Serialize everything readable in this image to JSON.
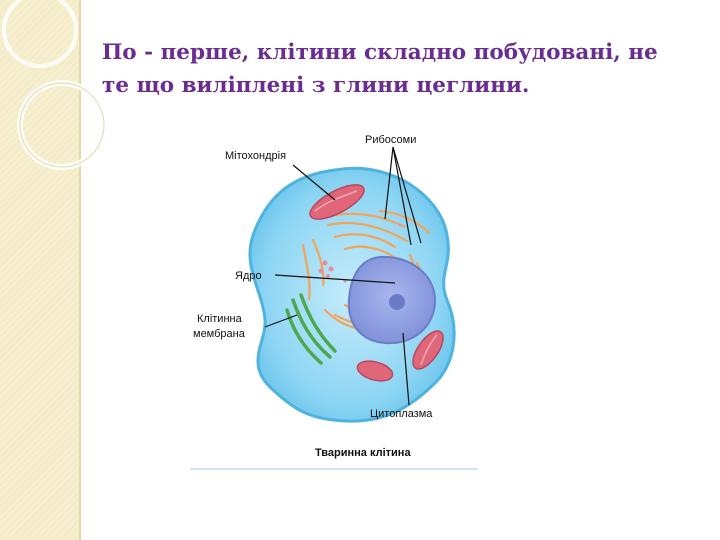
{
  "slide": {
    "title": "По - перше, клітини складно побудовані, не те що виліплені з глини цеглини."
  },
  "diagram": {
    "labels": {
      "mitochondria": "Мітохондрія",
      "ribosomes": "Рибосоми",
      "nucleus": "Ядро",
      "membrane_line1": "Клітинна",
      "membrane_line2": "мембрана",
      "cytoplasm": "Цитоплазма"
    },
    "caption": "Тваринна клітина",
    "colors": {
      "title": "#6a2c91",
      "cytoplasm": "#7fd0f2",
      "nucleus": "#8f9fe2",
      "mitochondria": "#e0667a",
      "ribosomes": "#f2a45c",
      "golgi": "#5cb85c"
    }
  }
}
